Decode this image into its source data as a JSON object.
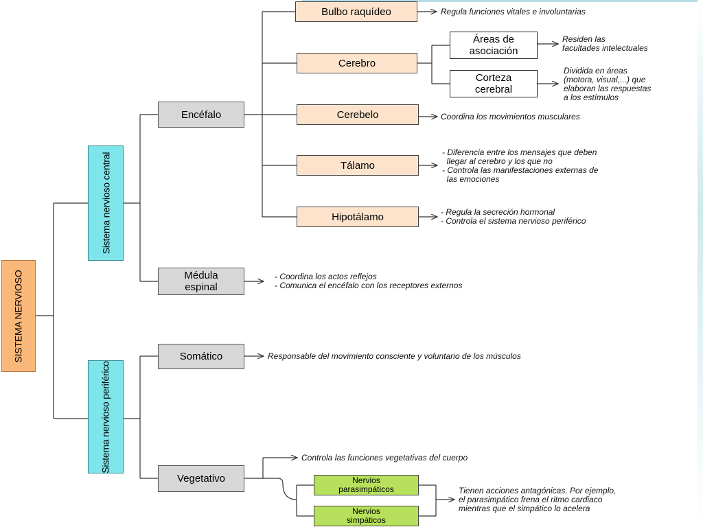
{
  "root": {
    "label": "SISTEMA NERVIOSO"
  },
  "snc": {
    "label": "Sistema nervioso central",
    "encefalo": "Encéfalo",
    "medula": "Médula\nespinal",
    "medula_note": "- Coordina los actos reflejos\n- Comunica el encéfalo con los receptores externos"
  },
  "parts": {
    "bulbo": {
      "label": "Bulbo raquídeo",
      "note": "Regula funciones vitales e involuntarias"
    },
    "cerebro": {
      "label": "Cerebro",
      "areas": {
        "label": "Áreas de\nasociación",
        "note": "Residen las\nfacultades intelectuales"
      },
      "corteza": {
        "label": "Corteza\ncerebral",
        "note": "Dividida en áreas\n(motora, visual,...) que\nelaboran las respuestas\na los estímulos"
      }
    },
    "cerebelo": {
      "label": "Cerebelo",
      "note": "Coordina los movimientos musculares"
    },
    "talamo": {
      "label": "Tálamo",
      "note": "- Diferencia entre los mensajes que deben\n  llegar al cerebro y los que no\n- Controla las manifestaciones externas de\n  las emociones"
    },
    "hipotalamo": {
      "label": "Hipotálamo",
      "note": "- Regula la secreción hormonal\n- Controla el sistema nervioso periférico"
    }
  },
  "snp": {
    "label": "Sistema nervioso periférico",
    "somatico": {
      "label": "Somático",
      "note": "Responsable del movimiento consciente y voluntario de los músculos"
    },
    "vegetativo": {
      "label": "Vegetativo",
      "note": "Controla las funciones vegetativas del cuerpo",
      "parasimpaticos": "Nervios\nparasimpáticos",
      "simpaticos": "Nervios\nsimpáticos",
      "nervios_note": "Tienen acciones antagónicas. Por ejemplo,\nel parasimpático frena el ritmo cardiaco\nmientras que el simpático lo acelera"
    }
  },
  "colors": {
    "root": "#f9b87a",
    "system": "#7ee5ea",
    "level2": "#d7d7d7",
    "encephalon_parts": "#fde3cc",
    "cerebro_parts": "#ffffff",
    "nervios": "#b7e05c"
  }
}
